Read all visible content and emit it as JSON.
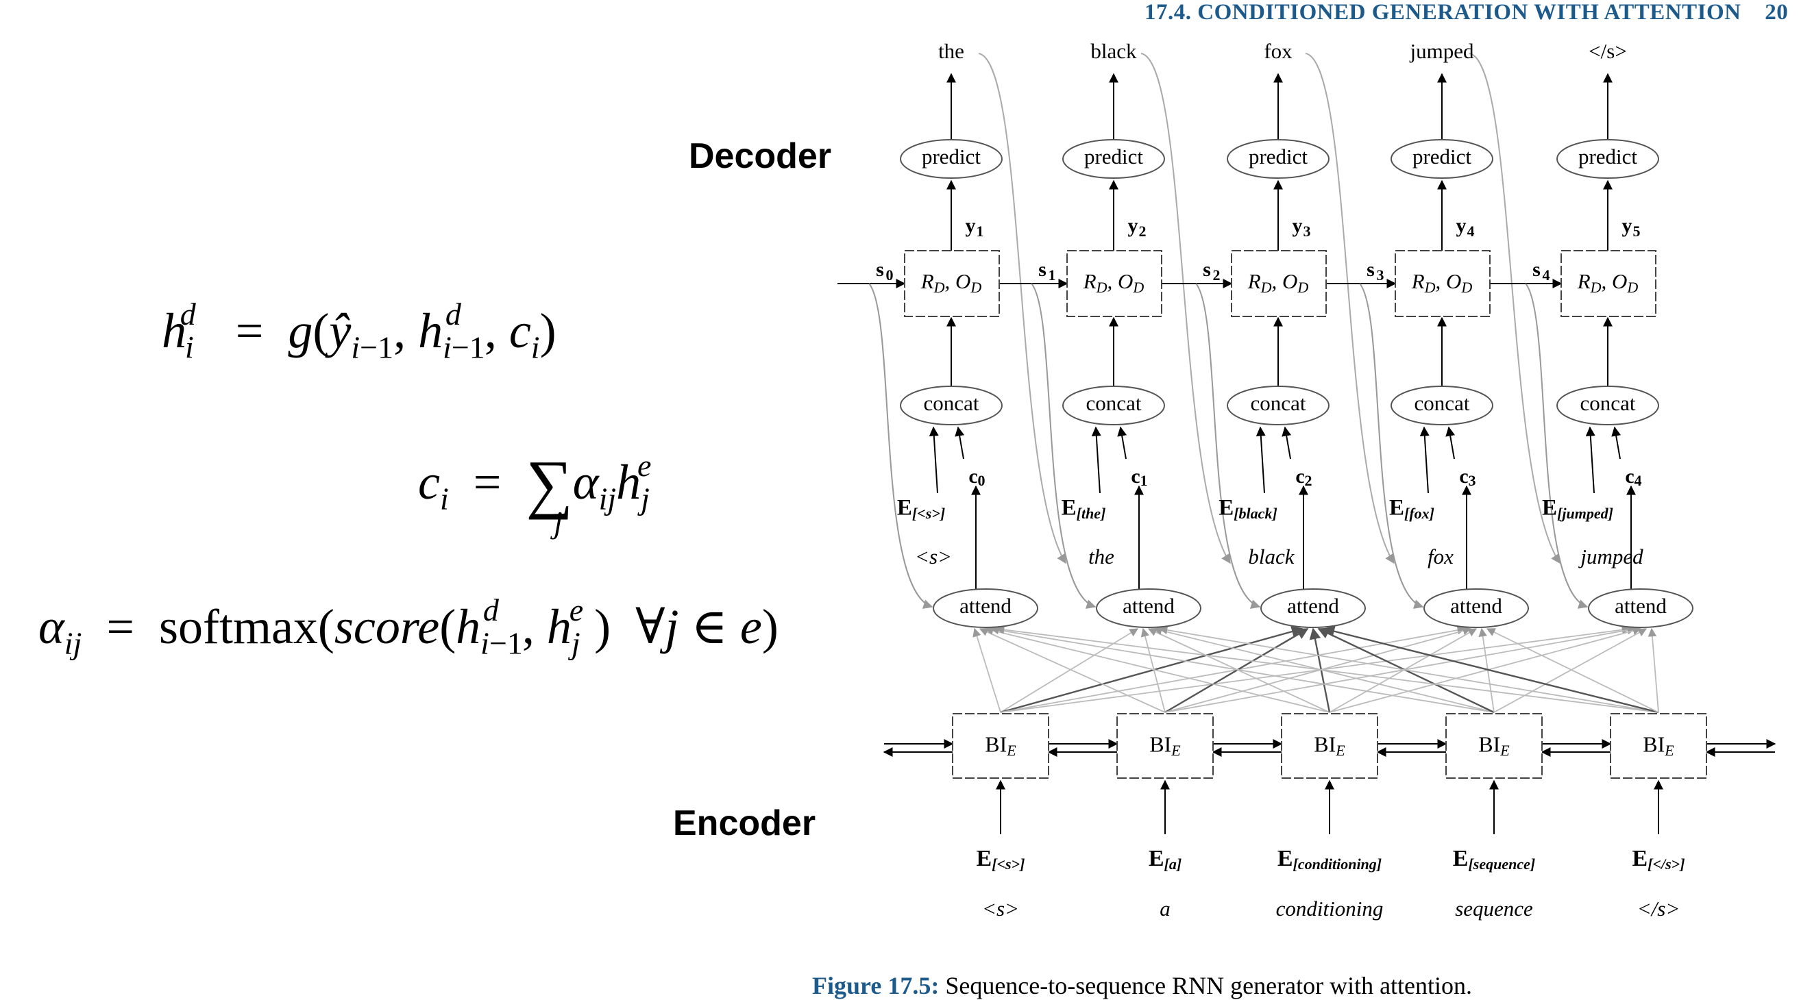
{
  "header": {
    "section": "17.4.",
    "title": "CONDITIONED GENERATION WITH ATTENTION",
    "page": "20"
  },
  "labels": {
    "decoder": "Decoder",
    "encoder": "Encoder"
  },
  "equations": {
    "hidden": "h_i^d = g(ŷ_{i−1}, h_{i−1}^d, c_i)",
    "context": "c_i = Σ_j α_ij h_j^e",
    "alpha": "α_ij = softmax(score(h_{i−1}^d, h_j^e) ∀j ∈ e)"
  },
  "decoder": {
    "outputs": [
      "the",
      "black",
      "fox",
      "jumped",
      "</s>"
    ],
    "predict_label": "predict",
    "y_labels": [
      "y1",
      "y2",
      "y3",
      "y4",
      "y5"
    ],
    "state_labels": [
      "s0",
      "s1",
      "s2",
      "s3",
      "s4"
    ],
    "rnn_label": "R_D, O_D",
    "concat_label": "concat",
    "context_labels": [
      "c0",
      "c1",
      "c2",
      "c3",
      "c4"
    ],
    "embed_subs": [
      "<s>",
      "the",
      "black",
      "fox",
      "jumped"
    ],
    "prev_words": [
      "<s>",
      "the",
      "black",
      "fox",
      "jumped"
    ],
    "attend_label": "attend"
  },
  "encoder": {
    "bi_label": "BI_E",
    "embed_subs": [
      "<s>",
      "a",
      "conditioning",
      "sequence",
      "</s>"
    ],
    "inputs": [
      "<s>",
      "a",
      "conditioning",
      "sequence",
      "</s>"
    ]
  },
  "caption": {
    "figure": "Figure 17.5:",
    "text": "Sequence-to-sequence RNN generator with attention."
  }
}
